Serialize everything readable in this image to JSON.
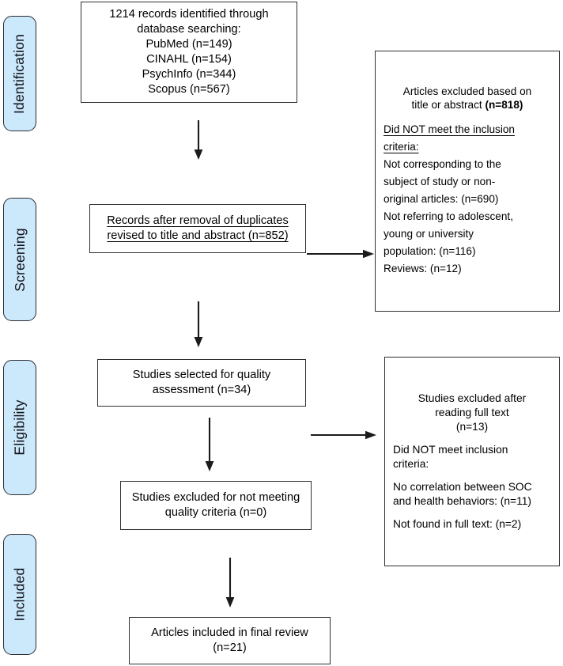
{
  "diagram": {
    "type": "prisma-flow-diagram",
    "colors": {
      "stage_tab_fill": "#cbe9fb",
      "stage_tab_border": "#2b2b33",
      "box_border": "#2f2f34",
      "background": "#ffffff",
      "text": "#000000"
    }
  },
  "stages": [
    {
      "id": "identification",
      "label": "Identification"
    },
    {
      "id": "screening",
      "label": "Screening"
    },
    {
      "id": "eligibility",
      "label": "Eligibility"
    },
    {
      "id": "included",
      "label": "Included"
    }
  ],
  "boxes": {
    "identified": {
      "line1": "1214 records identified through",
      "line2": "database searching:",
      "line3": "PubMed (n=149)",
      "line4": "CINAHL (n=154)",
      "line5": "PsychInfo (n=344)",
      "line6": "Scopus (n=567)"
    },
    "excluded_title_abstract": {
      "heading_line1": "Articles excluded based on",
      "heading_line2": "title or abstract ",
      "heading_count": "(n=818)",
      "subheading_line1": "Did NOT meet the inclusion",
      "subheading_line2": "criteria:",
      "reason1_line1": "Not corresponding to the",
      "reason1_line2": "subject of study or non-",
      "reason1_line3": "original articles: (n=690)",
      "reason2_line1": "Not referring to adolescent,",
      "reason2_line2": "young or university",
      "reason2_line3": "population: (n=116)",
      "reason3": "Reviews: (n=12)"
    },
    "records_after_duplicates": {
      "line1": "Records after removal of duplicates",
      "line2": "revised to title and abstract (n=852)"
    },
    "quality_selected": {
      "line1": "Studies selected for quality",
      "line2": "assessment (n=34)"
    },
    "excluded_full_text": {
      "heading_line1": "Studies excluded after",
      "heading_line2": "reading full text",
      "heading_line3": "(n=13)",
      "subheading_line1": "Did NOT meet inclusion",
      "subheading_line2": "criteria:",
      "reason1_line1": "No correlation between SOC",
      "reason1_line2": "and health behaviors: (n=11)",
      "reason2": "Not found in full text: (n=2)"
    },
    "quality_excluded": {
      "line1": "Studies excluded for not meeting",
      "line2": "quality criteria (n=0)"
    },
    "final_included": {
      "line1": "Articles included in final review",
      "line2": "(n=21)"
    }
  },
  "counts": {
    "records_identified_total": 1214,
    "pubmed": 149,
    "cinahl": 154,
    "psychinfo": 344,
    "scopus": 567,
    "after_duplicates": 852,
    "excluded_title_abstract": 818,
    "excluded_not_subject_or_non_original": 690,
    "excluded_not_target_population": 116,
    "excluded_reviews": 12,
    "selected_for_quality_assessment": 34,
    "excluded_after_full_text": 13,
    "excluded_no_correlation": 11,
    "excluded_not_found_full_text": 2,
    "excluded_quality_criteria": 0,
    "included_final": 21
  },
  "arrows": [
    {
      "id": "identified-to-records",
      "direction": "down"
    },
    {
      "id": "records-to-excluded",
      "direction": "right"
    },
    {
      "id": "records-to-quality-selected",
      "direction": "down"
    },
    {
      "id": "quality-to-excluded-fulltext",
      "direction": "right"
    },
    {
      "id": "quality-selected-to-quality-excluded",
      "direction": "down"
    },
    {
      "id": "quality-excluded-to-final",
      "direction": "down"
    }
  ]
}
